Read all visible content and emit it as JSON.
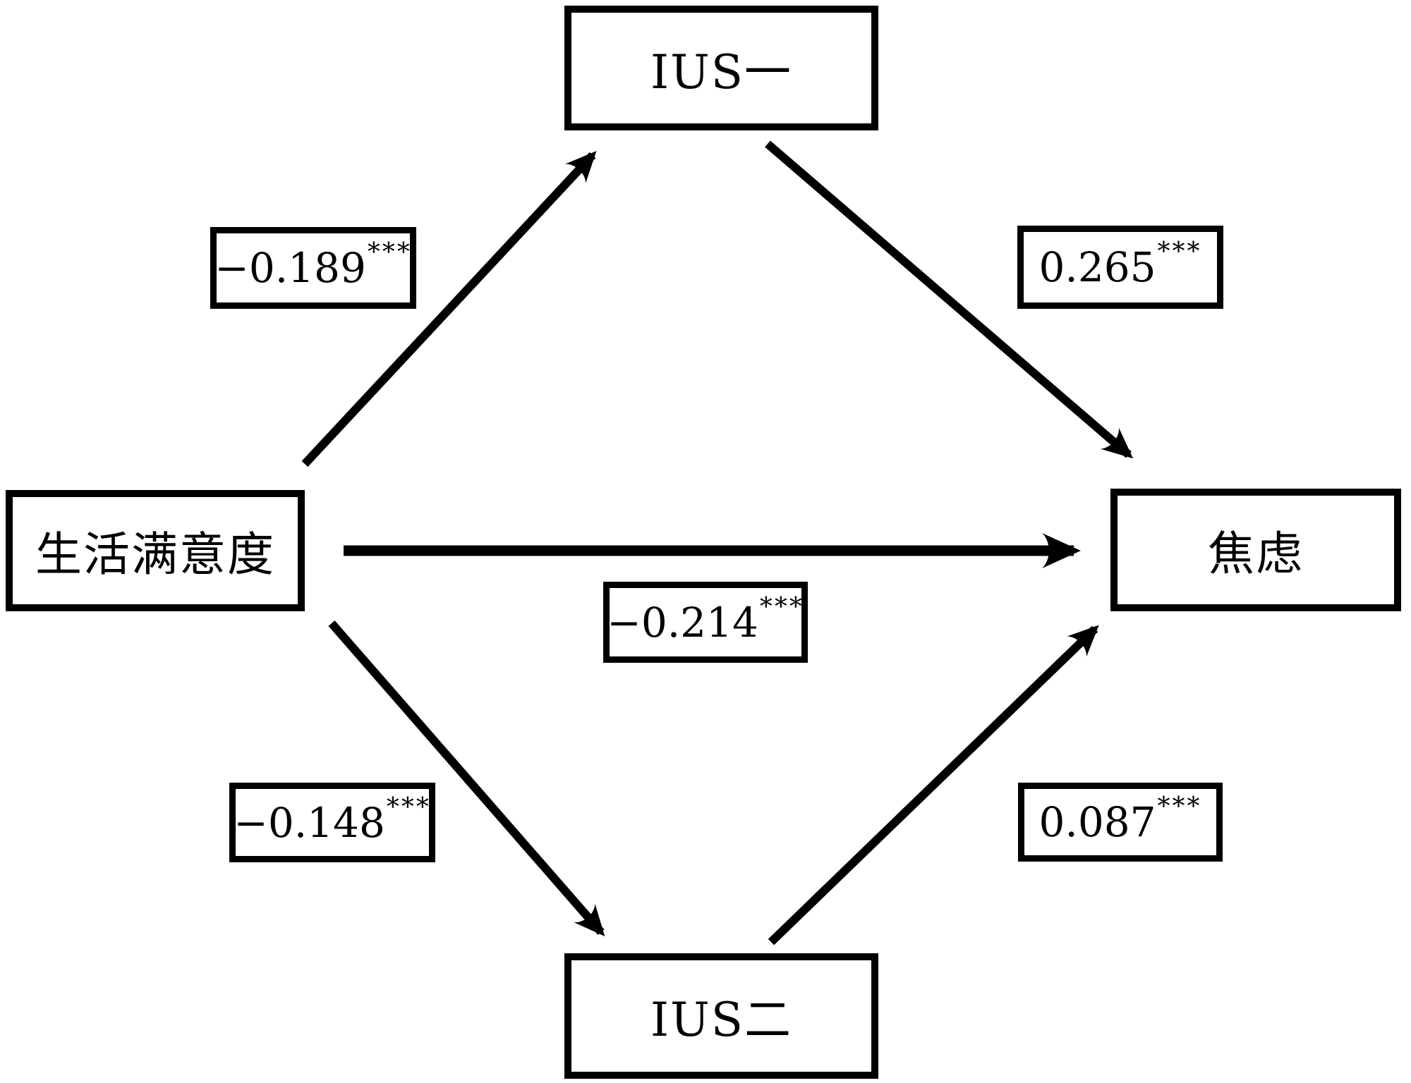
{
  "figure": {
    "type": "mediation-path-diagram",
    "description": "Structural path model with two parallel mediators",
    "colors": {
      "line": "#000000",
      "background": "#ffffff",
      "box_fill": "#ffffff"
    }
  },
  "diagram": {
    "nodes": {
      "ius1": {
        "label": "IUS一"
      },
      "life": {
        "label": "生活满意度"
      },
      "anxiety": {
        "label": "焦虑"
      },
      "ius2": {
        "label": "IUS二"
      }
    },
    "edges": {
      "life_ius1": {
        "from": "生活满意度",
        "to": "IUS一",
        "coefficient": "−0.189",
        "significance": "***"
      },
      "ius1_anxiety": {
        "from": "IUS一",
        "to": "焦虑",
        "coefficient": "0.265",
        "significance": "***"
      },
      "life_anxiety": {
        "from": "生活满意度",
        "to": "焦虑",
        "coefficient": "−0.214",
        "significance": "***"
      },
      "life_ius2": {
        "from": "生活满意度",
        "to": "IUS二",
        "coefficient": "−0.148",
        "significance": "***"
      },
      "ius2_anxiety": {
        "from": "IUS二",
        "to": "焦虑",
        "coefficient": "0.087",
        "significance": "***"
      }
    }
  }
}
